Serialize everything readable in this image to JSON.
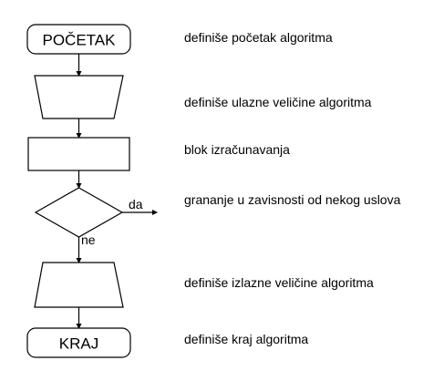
{
  "colors": {
    "stroke": "#000000",
    "text": "#000000",
    "background": "#ffffff"
  },
  "flowchart": {
    "start_label": "POČETAK",
    "end_label": "KRAJ",
    "branch_yes": "da",
    "branch_no": "ne"
  },
  "descriptions": {
    "start": "definiše početak algoritma",
    "input": "definiše ulazne veličine algoritma",
    "compute": "blok izračunavanja",
    "decision": "grananje u zavisnosti od nekog uslova",
    "output": "definiše izlazne veličine algoritma",
    "end": "definiše kraj algoritma"
  }
}
